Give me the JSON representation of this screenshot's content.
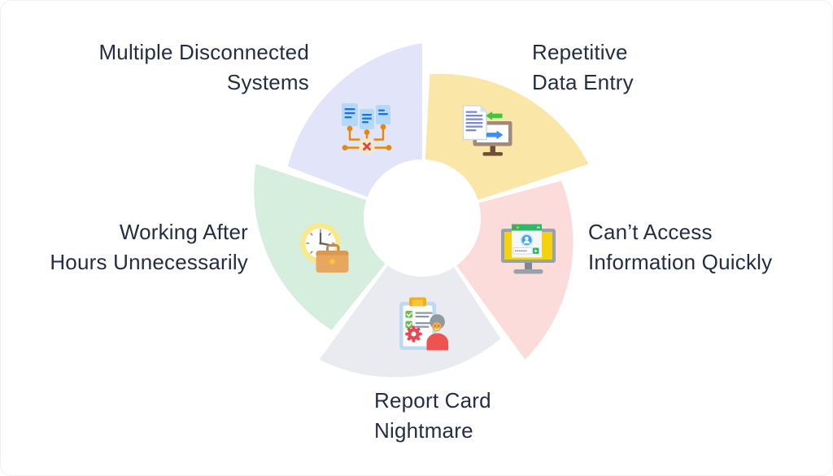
{
  "diagram": {
    "type": "circular-process-wheel",
    "background": "#FFFFFF",
    "text_color": "#242E42",
    "center_hole_color": "#FFFFFF",
    "segments": [
      {
        "name": "multiple-disconnected-systems",
        "label_line1": "Multiple Disconnected",
        "label_line2": "Systems",
        "color": "#E2E5F9",
        "icon": "disconnected-systems-icon"
      },
      {
        "name": "repetitive-data-entry",
        "label_line1": "Repetitive",
        "label_line2": "Data Entry",
        "color": "#FAE6A7",
        "icon": "document-transfer-monitor-icon"
      },
      {
        "name": "cant-access-information-quickly",
        "label_line1": "Can’t Access",
        "label_line2": "Information Quickly",
        "color": "#FBDCDB",
        "icon": "login-monitor-icon"
      },
      {
        "name": "report-card-nightmare",
        "label_line1": "Report Card",
        "label_line2": "Nightmare",
        "color": "#E9EBF0",
        "icon": "clipboard-person-icon"
      },
      {
        "name": "working-after-hours-unnecessarily",
        "label_line1": "Working After",
        "label_line2": "Hours Unnecessarily",
        "color": "#D6EEDE",
        "icon": "clock-briefcase-icon"
      }
    ],
    "icon_palette": {
      "orange_connector": "#E8870B",
      "light_blue_card": "#B2D9F8",
      "blue_line": "#1C6FE8",
      "error_red": "#E5404A",
      "monitor_taupe": "#A3897A",
      "green_arrow": "#41C73D",
      "blue_arrow": "#3E8EF7",
      "monitor_gray": "#98A2AA",
      "screen_yellow": "#F5D20E",
      "window_green": "#2EB96A",
      "avatar_blue": "#3FA0E6",
      "clipboard_blue": "#BDDAF3",
      "clip_yellow": "#F3AE14",
      "check_green": "#67BE4F",
      "gear_red": "#E84853",
      "shirt_red": "#EF5350",
      "clock_yellow": "#F7E98E",
      "briefcase_tan": "#E8A75F"
    }
  }
}
